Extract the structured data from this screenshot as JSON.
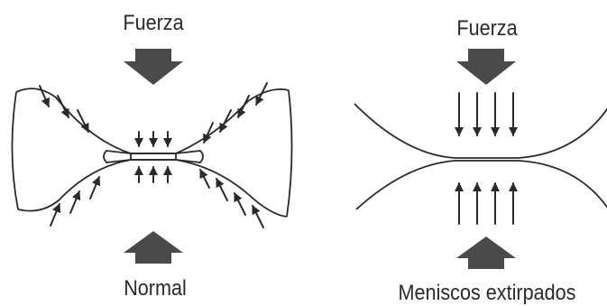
{
  "diagram": {
    "left_panel": {
      "force_label": "Fuerza",
      "caption": "Normal"
    },
    "right_panel": {
      "force_label": "Fuerza",
      "caption": "Meniscos extirpados"
    },
    "colors": {
      "line": "#2a2a2a",
      "big_arrow": "#4a4a4a",
      "background": "#ffffff"
    }
  }
}
